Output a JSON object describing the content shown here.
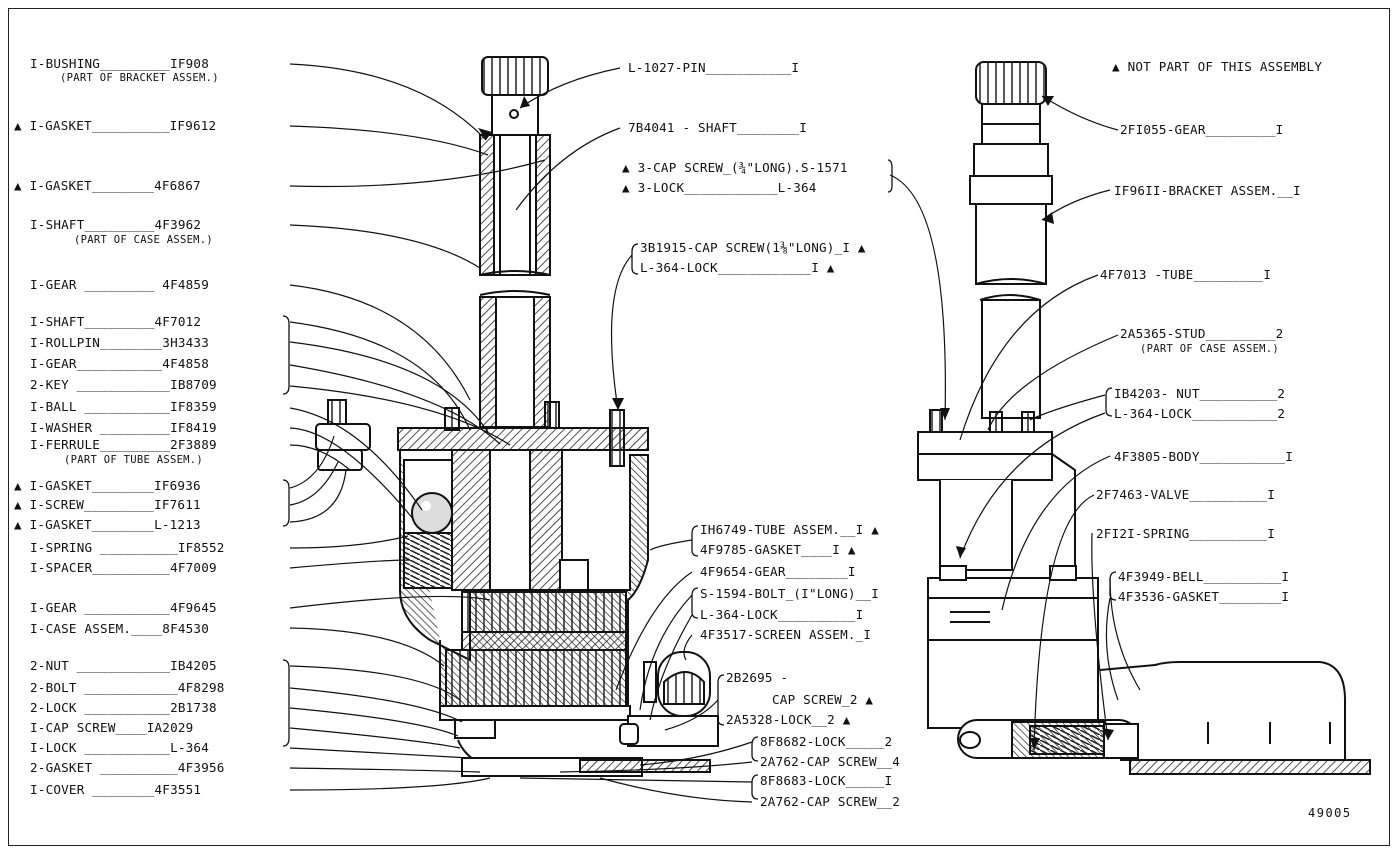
{
  "legend": "▲ NOT PART OF THIS ASSEMBLY",
  "figure_number": "49005",
  "left_labels": [
    {
      "text": "I-BUSHING_________IF908",
      "sub": "(PART OF BRACKET ASSEM.)"
    },
    {
      "text": "▲ I-GASKET__________IF9612"
    },
    {
      "text": "▲ I-GASKET________4F6867"
    },
    {
      "text": "I-SHAFT_________4F3962",
      "sub": "(PART OF CASE ASSEM.)"
    },
    {
      "text": "I-GEAR _________ 4F4859"
    },
    {
      "text": "I-SHAFT_________4F7012"
    },
    {
      "text": "I-ROLLPIN________3H3433"
    },
    {
      "text": "I-GEAR___________4F4858"
    },
    {
      "text": "2-KEY ____________IB8709"
    },
    {
      "text": "I-BALL ___________IF8359"
    },
    {
      "text": "I-WASHER _________IF8419"
    },
    {
      "text": "I-FERRULE_________2F3889",
      "sub": "(PART OF TUBE ASSEM.)"
    },
    {
      "text": "▲ I-GASKET________IF6936"
    },
    {
      "text": "▲ I-SCREW_________IF7611"
    },
    {
      "text": "▲ I-GASKET________L-1213"
    },
    {
      "text": "I-SPRING __________IF8552"
    },
    {
      "text": "I-SPACER__________4F7009"
    },
    {
      "text": "I-GEAR ___________4F9645"
    },
    {
      "text": "I-CASE ASSEM.____8F4530"
    },
    {
      "text": "2-NUT ____________IB4205"
    },
    {
      "text": "2-BOLT ____________4F8298"
    },
    {
      "text": "2-LOCK ___________2B1738"
    },
    {
      "text": "I-CAP SCREW____IA2029"
    },
    {
      "text": "I-LOCK ___________L-364"
    },
    {
      "text": "2-GASKET __________4F3956"
    },
    {
      "text": "I-COVER ________4F3551"
    }
  ],
  "center_labels": [
    {
      "text": "L-1027-PIN___________I"
    },
    {
      "text": "7B4041 - SHAFT________I"
    },
    {
      "text": "▲ 3-CAP SCREW_(¾\"LONG).S-1571"
    },
    {
      "text": "▲ 3-LOCK____________L-364"
    },
    {
      "text": "3B1915-CAP SCREW(1⅜\"LONG)_I ▲"
    },
    {
      "text": "L-364-LOCK____________I ▲"
    },
    {
      "text": "IH6749-TUBE ASSEM.__I ▲"
    },
    {
      "text": "4F9785-GASKET____I ▲"
    },
    {
      "text": "4F9654-GEAR________I"
    },
    {
      "text": "S-1594-BOLT_(I\"LONG)__I"
    },
    {
      "text": "L-364-LOCK__________I"
    },
    {
      "text": "4F3517-SCREEN ASSEM._I"
    },
    {
      "text": "2B2695 -"
    },
    {
      "text": "CAP SCREW_2 ▲"
    },
    {
      "text": "2A5328-LOCK__2 ▲"
    },
    {
      "text": "8F8682-LOCK_____2"
    },
    {
      "text": "2A762-CAP SCREW__4"
    },
    {
      "text": "8F8683-LOCK_____I"
    },
    {
      "text": "2A762-CAP SCREW__2"
    }
  ],
  "right_labels": [
    {
      "text": "2FI055-GEAR_________I"
    },
    {
      "text": "IF96II-BRACKET ASSEM.__I"
    },
    {
      "text": "4F7013 -TUBE_________I"
    },
    {
      "text": "2A5365-STUD_________2",
      "sub": "(PART OF CASE ASSEM.)"
    },
    {
      "text": "IB4203- NUT__________2"
    },
    {
      "text": "L-364-LOCK___________2"
    },
    {
      "text": "4F3805-BODY___________I"
    },
    {
      "text": "2F7463-VALVE__________I"
    },
    {
      "text": "2FI2I-SPRING__________I"
    },
    {
      "text": "4F3949-BELL__________I"
    },
    {
      "text": "4F3536-GASKET________I"
    }
  ]
}
